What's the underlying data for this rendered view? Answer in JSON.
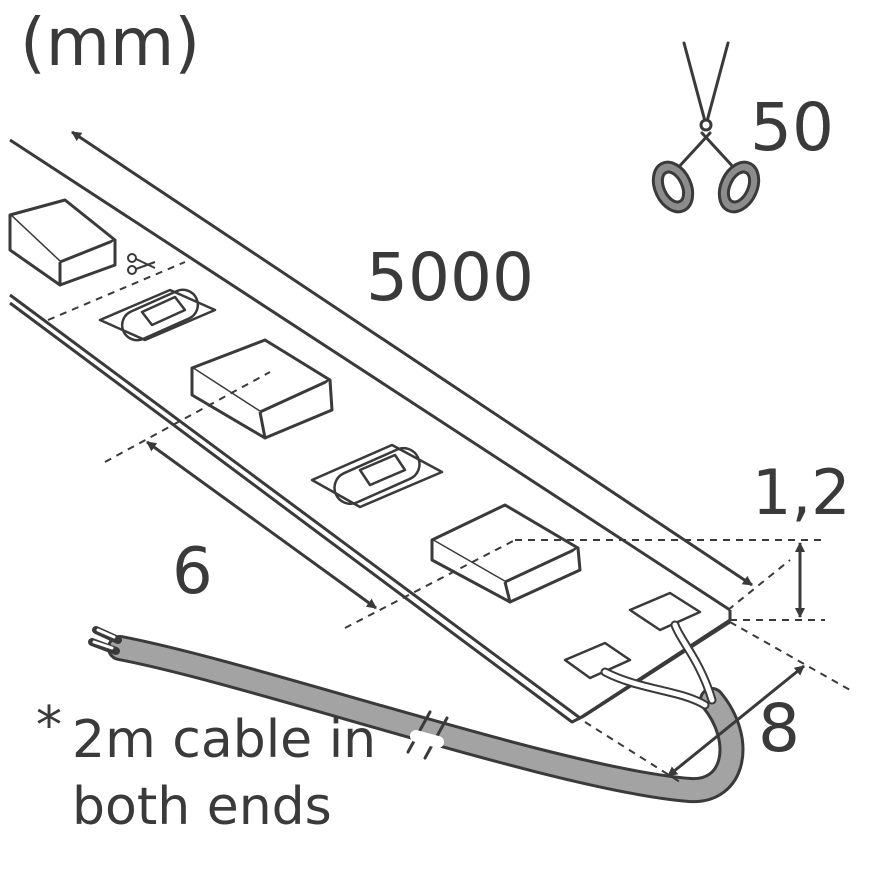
{
  "units_label": "(mm)",
  "cut_interval": "50",
  "strip_length": "5000",
  "strip_thickness": "1,2",
  "led_pitch": "6",
  "strip_width": "8",
  "note_asterisk": "*",
  "cable_note": "2m cable in both ends",
  "colors": {
    "stroke": "#3a3a3a",
    "cable": "#a3a3a3",
    "paper": "#ffffff"
  },
  "icons": [
    "scissors-icon",
    "scissors-cut-mark-icon",
    "dimension-arrow-icon"
  ]
}
